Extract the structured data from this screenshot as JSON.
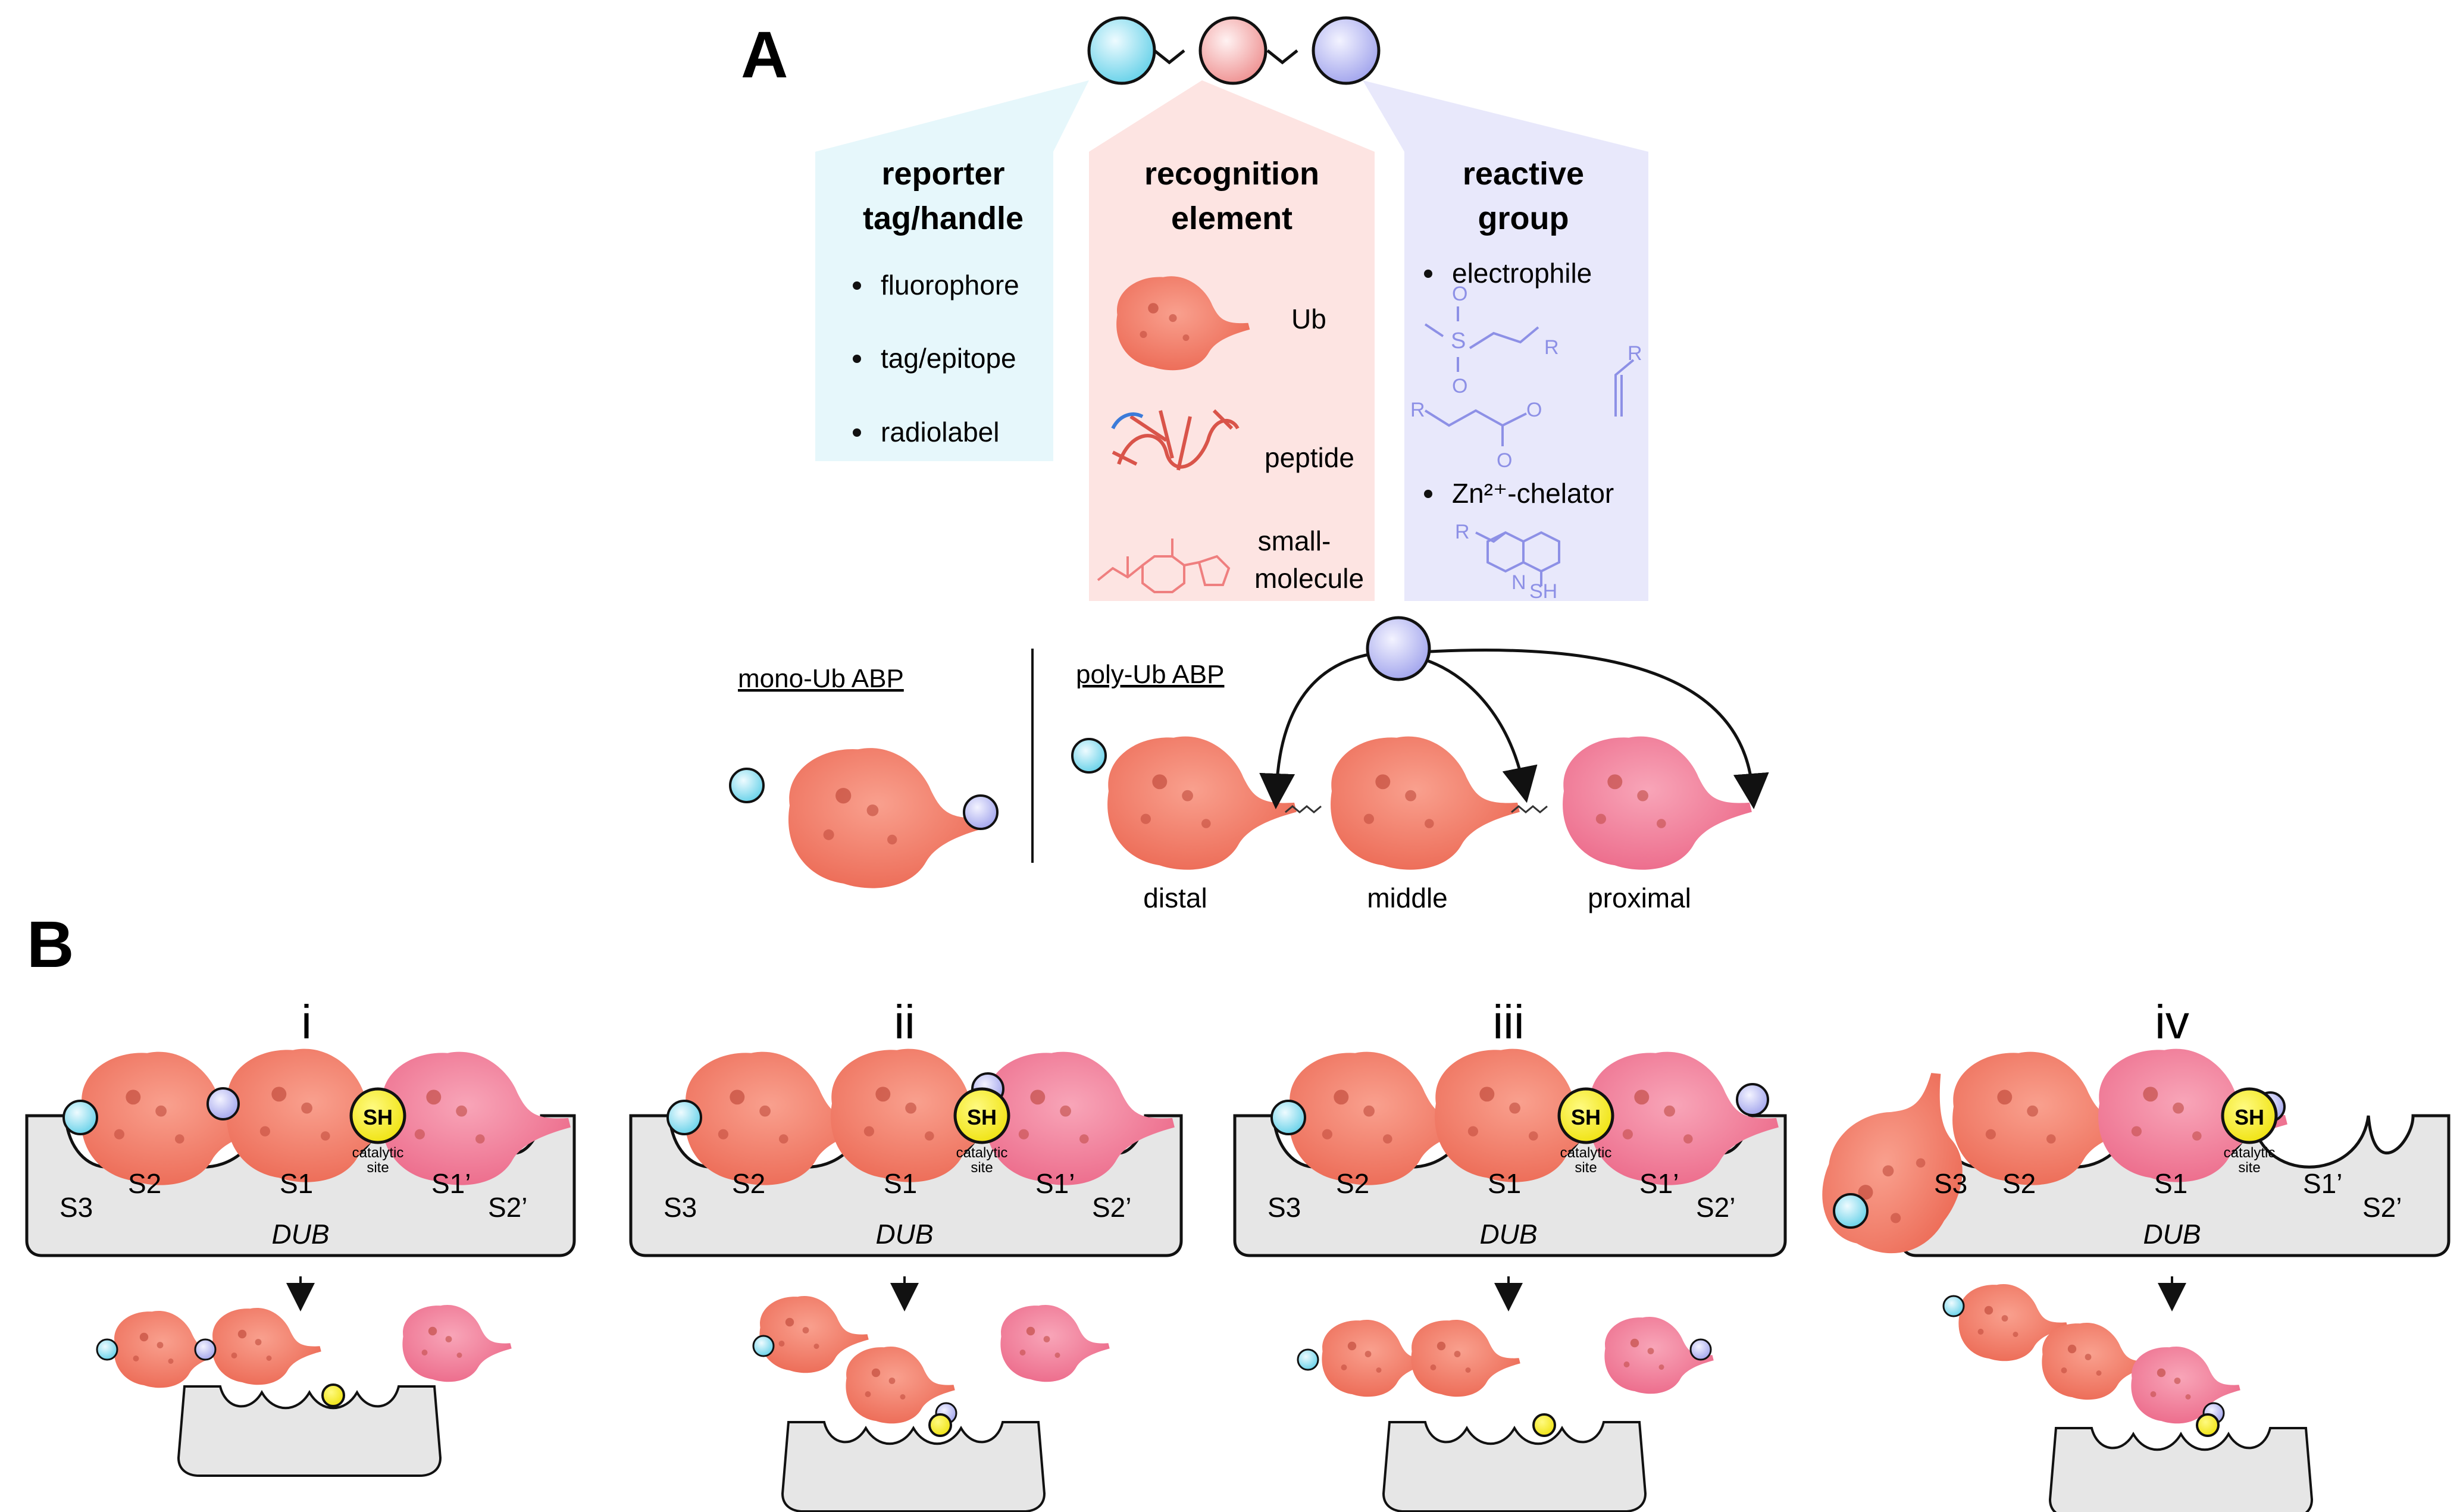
{
  "panel_a": {
    "label": "A",
    "columns": {
      "reporter": {
        "title_line1": "reporter",
        "title_line2": "tag/handle",
        "items": [
          "fluorophore",
          "tag/epitope",
          "radiolabel"
        ]
      },
      "recognition": {
        "title_line1": "recognition",
        "title_line2": "element",
        "ub_label": "Ub",
        "peptide_label": "peptide",
        "small_molecule_line1": "small-",
        "small_molecule_line2": "molecule"
      },
      "reactive": {
        "title_line1": "reactive",
        "title_line2": "group",
        "electrophile_label": "electrophile",
        "zn_label": "Zn²⁺-chelator",
        "chem_labels": {
          "r": "R",
          "o": "O",
          "s": "S",
          "n": "N",
          "sh": "SH"
        }
      }
    },
    "probes": {
      "mono_label": "mono-Ub ABP",
      "poly_label": "poly-Ub ABP",
      "positions": [
        "distal",
        "middle",
        "proximal"
      ]
    }
  },
  "panel_b": {
    "label": "B",
    "enzyme_label": "DUB",
    "catalytic_label_line1": "catalytic",
    "catalytic_label_line2": "site",
    "sh_label": "SH",
    "sites": [
      "S3",
      "S2",
      "S1",
      "S1’",
      "S2’"
    ],
    "scenarios": [
      "i",
      "ii",
      "iii",
      "iv"
    ]
  },
  "colors": {
    "reporter_sphere": "#7fd8ec",
    "recognition_sphere": "#f4a7a7",
    "reactive_sphere": "#aeb0ef",
    "reporter_panel": "#e8f7fb",
    "recognition_panel": "#fde6e4",
    "reactive_panel": "#e9e9fb",
    "ubiquitin": "#f27a67",
    "ubiquitin_pink": "#f07896",
    "catalytic": "#f4ee18",
    "dub": "#e6e6e6",
    "chemistry_blue": "#8d90e6",
    "chemistry_red": "#ef7f7f"
  }
}
